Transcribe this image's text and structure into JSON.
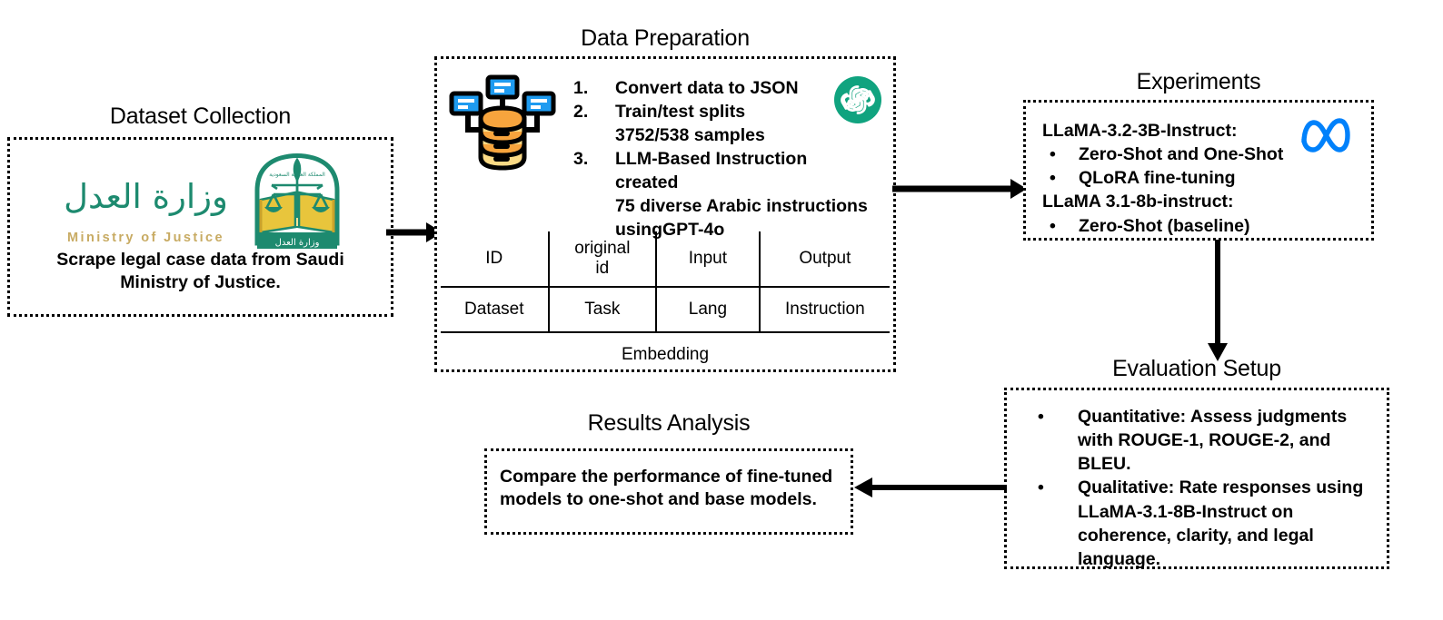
{
  "diagram": {
    "sections": {
      "dataset_collection": {
        "title": "Dataset Collection",
        "logo_arabic": "وزارة العدل",
        "logo_english": "Ministry of Justice",
        "emblem_caption": "وزارة العدل",
        "caption": "Scrape legal case data from Saudi Ministry of Justice."
      },
      "data_preparation": {
        "title": "Data Preparation",
        "steps": [
          {
            "num": "1.",
            "text": "Convert data to JSON"
          },
          {
            "num": "2.",
            "text": "Train/test splits 3752/538 samples"
          },
          {
            "num": "3.",
            "text": "LLM-Based Instruction created 75 diverse Arabic instructions usingGPT-4o"
          }
        ],
        "step_lines": [
          [
            "Convert data to JSON"
          ],
          [
            "Train/test splits",
            "3752/538 samples"
          ],
          [
            "LLM-Based Instruction created",
            "75 diverse Arabic instructions",
            "usingGPT-4o"
          ]
        ],
        "table": {
          "row1": [
            "ID",
            "original id",
            "Input",
            "Output"
          ],
          "row2": [
            "Dataset",
            "Task",
            "Lang",
            "Instruction"
          ],
          "row3": [
            "Embedding"
          ]
        },
        "icons": {
          "database": "database-icon",
          "openai": "openai-logo-icon"
        }
      },
      "experiments": {
        "title": "Experiments",
        "model_a": "LLaMA-3.2-3B-Instruct:",
        "model_a_items": [
          "Zero-Shot and One-Shot",
          "QLoRA fine-tuning"
        ],
        "model_b": "LLaMA 3.1-8b-instruct:",
        "model_b_items": [
          "Zero-Shot (baseline)"
        ],
        "icons": {
          "meta": "meta-logo-icon"
        }
      },
      "evaluation_setup": {
        "title": "Evaluation Setup",
        "items": [
          "Quantitative: Assess judgments with ROUGE-1, ROUGE-2, and BLEU.",
          "Qualitative: Rate responses using LLaMA-3.1-8B-Instruct on coherence, clarity, and legal language."
        ]
      },
      "results_analysis": {
        "title": "Results Analysis",
        "text": "Compare the performance of fine-tuned models to one-shot and base models."
      }
    },
    "bullet_glyph": "•",
    "colors": {
      "ink": "#000000",
      "moj_green": "#1d8a6f",
      "moj_gold": "#c8ab63",
      "openai_green": "#10a37f",
      "meta_blue": "#0081fb",
      "db_orange": "#f7a43d",
      "db_yellow": "#fbda85",
      "db_node_blue": "#1e9bf0"
    }
  }
}
